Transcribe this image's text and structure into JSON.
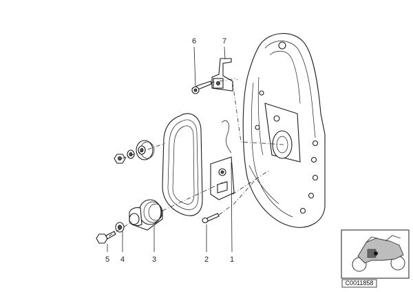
{
  "callouts": {
    "c1": "1",
    "c2": "2",
    "c3": "3",
    "c4": "4",
    "c5": "5",
    "c6": "6",
    "c7": "7"
  },
  "inset": {
    "reference_number": "C0011858"
  },
  "colors": {
    "line": "#1a1a1a",
    "background": "#ffffff"
  }
}
